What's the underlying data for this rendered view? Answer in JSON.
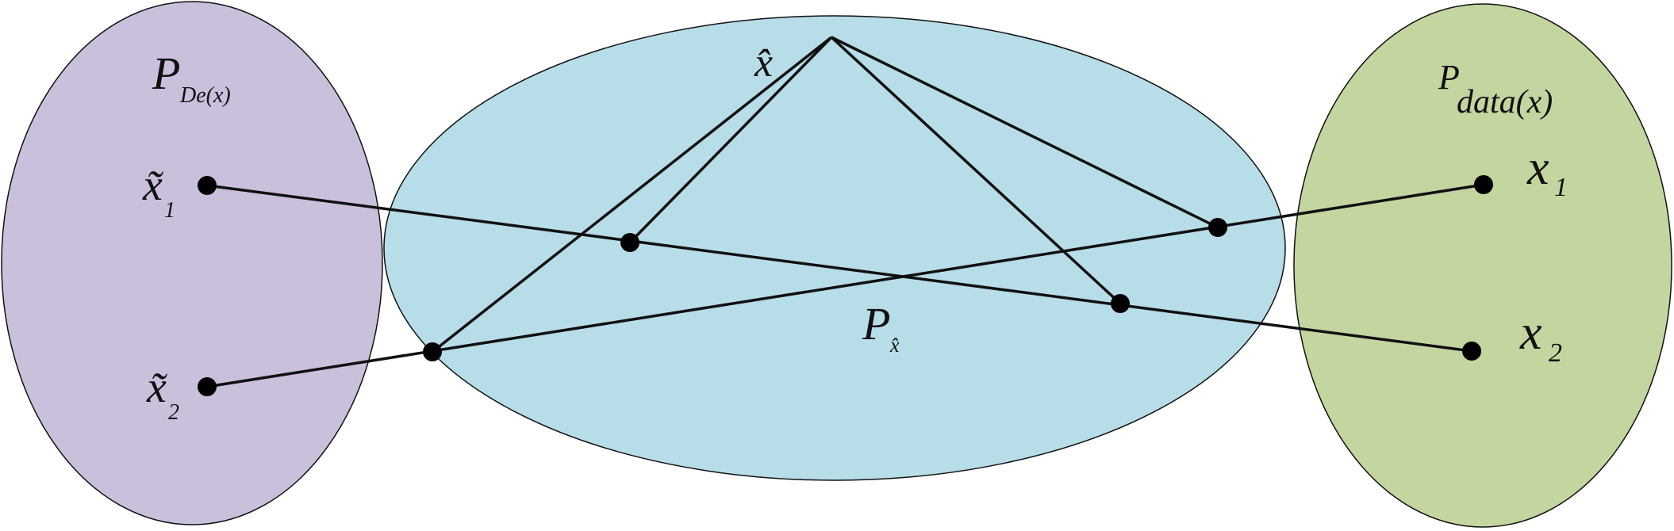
{
  "diagram": {
    "regions": [
      {
        "id": "de",
        "fill": "#cbc0dc",
        "label_main": "P",
        "label_sub": "De(x)"
      },
      {
        "id": "hat",
        "fill": "#b7dde8",
        "label_main": "P",
        "label_sub": "x̂"
      },
      {
        "id": "data",
        "fill": "#c4d6a0",
        "label_main": "P",
        "label_sub": "data(x)"
      }
    ],
    "point_labels": {
      "xhat": "x̂",
      "xt1_main": "x̃",
      "xt1_sub": "1",
      "xt2_main": "x̃",
      "xt2_sub": "2",
      "x1_main": "x",
      "x1_sub": "1",
      "x2_main": "x",
      "x2_sub": "2"
    },
    "colors": {
      "line": "#111111",
      "dot": "#000000",
      "outline": "#111111"
    }
  }
}
